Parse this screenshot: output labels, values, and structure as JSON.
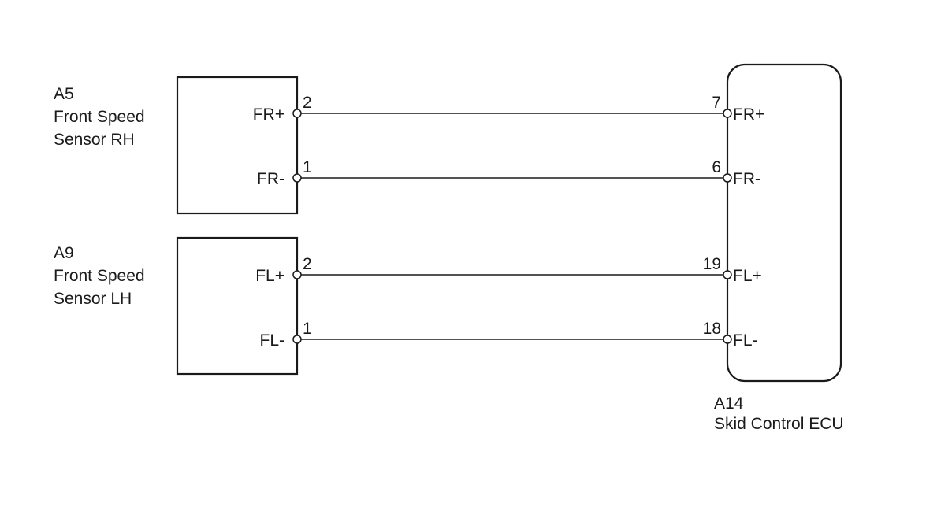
{
  "components": {
    "sensor_rh": {
      "code": "A5",
      "name_line1": "Front Speed",
      "name_line2": "Sensor RH"
    },
    "sensor_lh": {
      "code": "A9",
      "name_line1": "Front Speed",
      "name_line2": "Sensor LH"
    },
    "ecu": {
      "code": "A14",
      "name": "Skid Control ECU"
    }
  },
  "wires": [
    {
      "from_label": "FR+",
      "from_pin": "2",
      "to_pin": "7",
      "to_label": "FR+"
    },
    {
      "from_label": "FR-",
      "from_pin": "1",
      "to_pin": "6",
      "to_label": "FR-"
    },
    {
      "from_label": "FL+",
      "from_pin": "2",
      "to_pin": "19",
      "to_label": "FL+"
    },
    {
      "from_label": "FL-",
      "from_pin": "1",
      "to_pin": "18",
      "to_label": "FL-"
    }
  ]
}
